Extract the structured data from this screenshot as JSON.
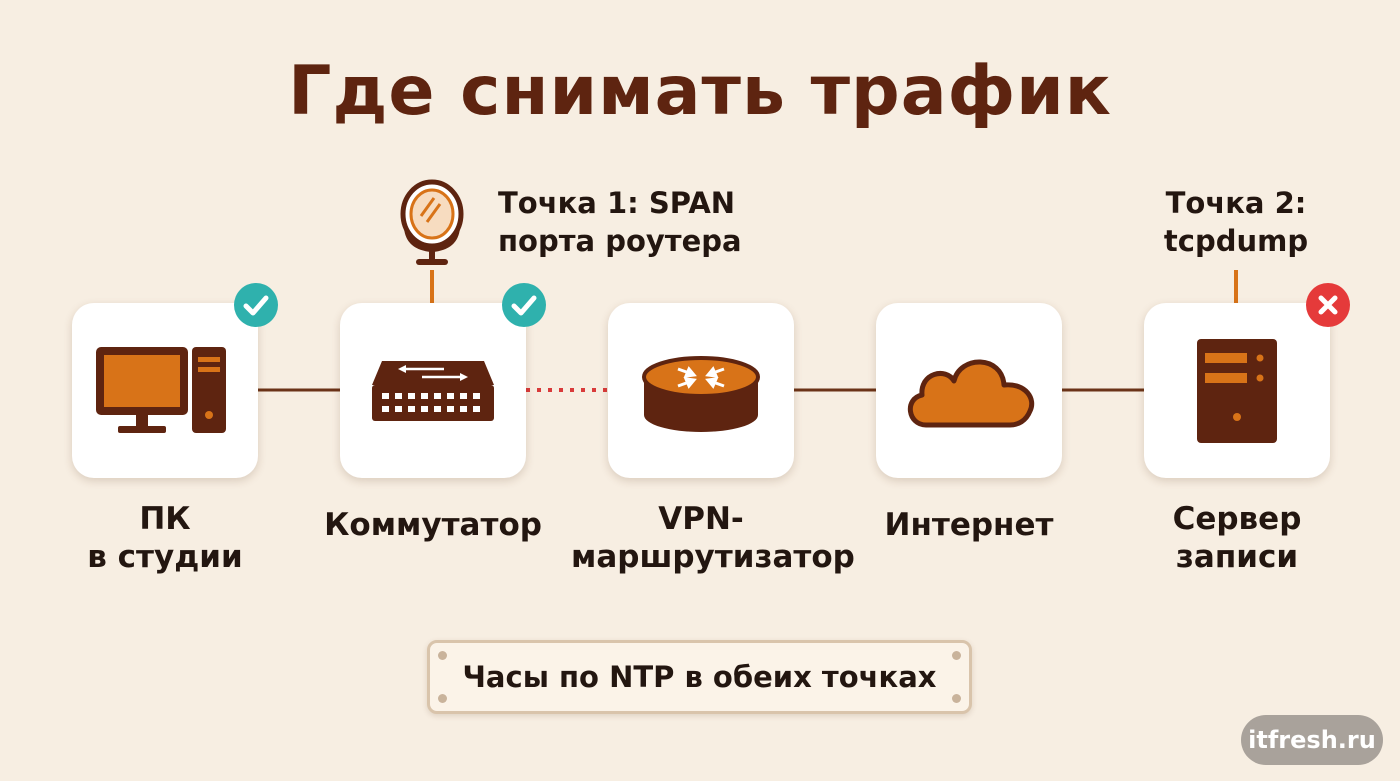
{
  "title": "Где снимать трафик",
  "nodes": [
    {
      "label_lines": [
        "ПК",
        "в студии"
      ],
      "icon": "desktop-pc-icon",
      "badge": "check-icon"
    },
    {
      "label_lines": [
        "Коммутатор"
      ],
      "icon": "network-switch-icon",
      "badge": "check-icon"
    },
    {
      "label_lines": [
        "VPN-",
        "маршрутизатор"
      ],
      "icon": "router-icon",
      "badge": null
    },
    {
      "label_lines": [
        "Интернет"
      ],
      "icon": "cloud-icon",
      "badge": null
    },
    {
      "label_lines": [
        "Сервер",
        "записи"
      ],
      "icon": "server-icon",
      "badge": "cross-icon"
    }
  ],
  "capture_points": {
    "point1": {
      "lines": [
        "Точка 1: SPAN",
        "порта роутера"
      ],
      "icon": "mirror-icon"
    },
    "point2": {
      "lines": [
        "Точка 2:",
        "tcpdump"
      ]
    }
  },
  "ntp_note": "Часы по NTP в обеих точках",
  "watermark": "itfresh.ru",
  "colors": {
    "background": "#f7eee2",
    "title": "#5e2410",
    "icon_fill": "#d87318",
    "icon_dark": "#5e2410",
    "link": "#6b3318",
    "dotted_link": "#d93a3a",
    "badge_ok": "#2fb1ad",
    "badge_bad": "#e53a3a"
  }
}
